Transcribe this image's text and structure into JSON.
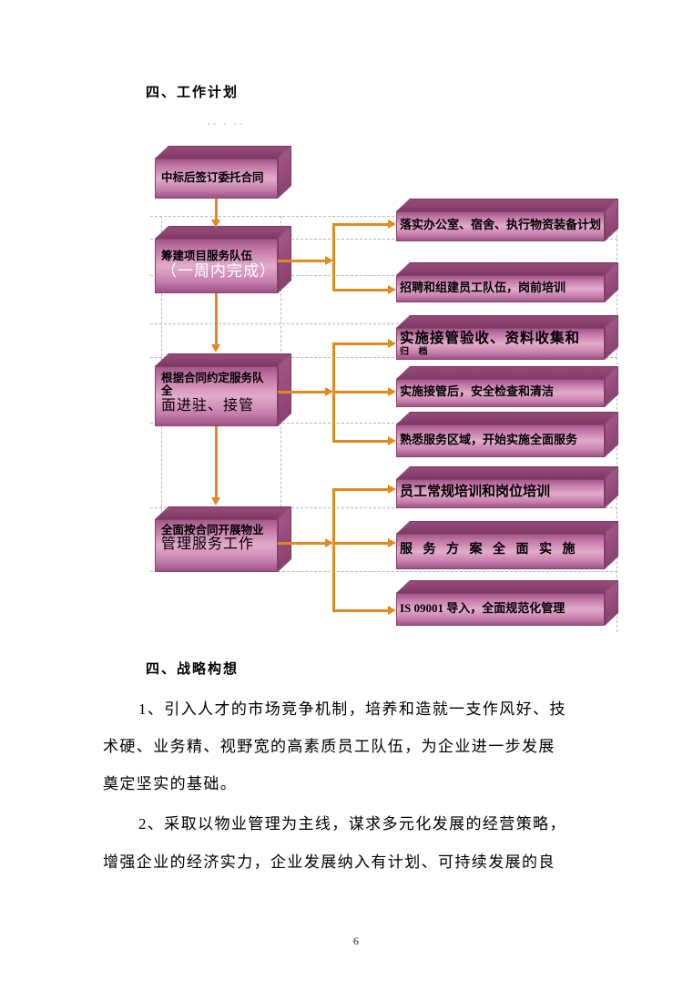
{
  "page": {
    "heading_work_plan": "四、工作计划",
    "artifact_dots": "·· ·  ··",
    "heading_strategy": "四、战略构想",
    "paragraph_lines": [
      "1、引入人才的市场竞争机制，培养和造就一支作风好、技",
      "术硬、业务精、视野宽的高素质员工队伍，为企业进一步发展",
      "奠定坚实的基础。",
      "2、采取以物业管理为主线，谋求多元化发展的经营策略，",
      "增强企业的经济实力，企业发展纳入有计划、可持续发展的良"
    ],
    "page_number": "6"
  },
  "flowchart": {
    "colors": {
      "arrow_orange": "#e08a1f",
      "box_front_light": "#e2abca",
      "box_front_dark": "#a4588a",
      "box_top_dark": "#8d4371",
      "guide_gray": "#b8b8b8"
    },
    "left_boxes": [
      {
        "line1": "中标后签订委托合同"
      },
      {
        "line1": "筹建项目服务队伍",
        "line2": "（一周内完成）"
      },
      {
        "line1": "根据合同约定服务队全",
        "line2": "面进驻、接管"
      },
      {
        "line1": "全面按合同开展物业",
        "line2": "管理服务工作"
      }
    ],
    "right_boxes": [
      {
        "line1": "落实办公室、宿舍、执行物资装备计划"
      },
      {
        "line1": "招聘和组建员工队伍，岗前培训"
      },
      {
        "line1": "实施接管验收、资料收集和",
        "line2": "归  档"
      },
      {
        "line1": "实施接管后，安全检查和清洁"
      },
      {
        "line1": "熟悉服务区域，开始实施全面服务"
      },
      {
        "line1": "员工常规培训和岗位培训"
      },
      {
        "line1": "服 务 方 案 全 面 实 施"
      },
      {
        "line1": "IS  09001 导入，全面规范化管理"
      }
    ]
  }
}
